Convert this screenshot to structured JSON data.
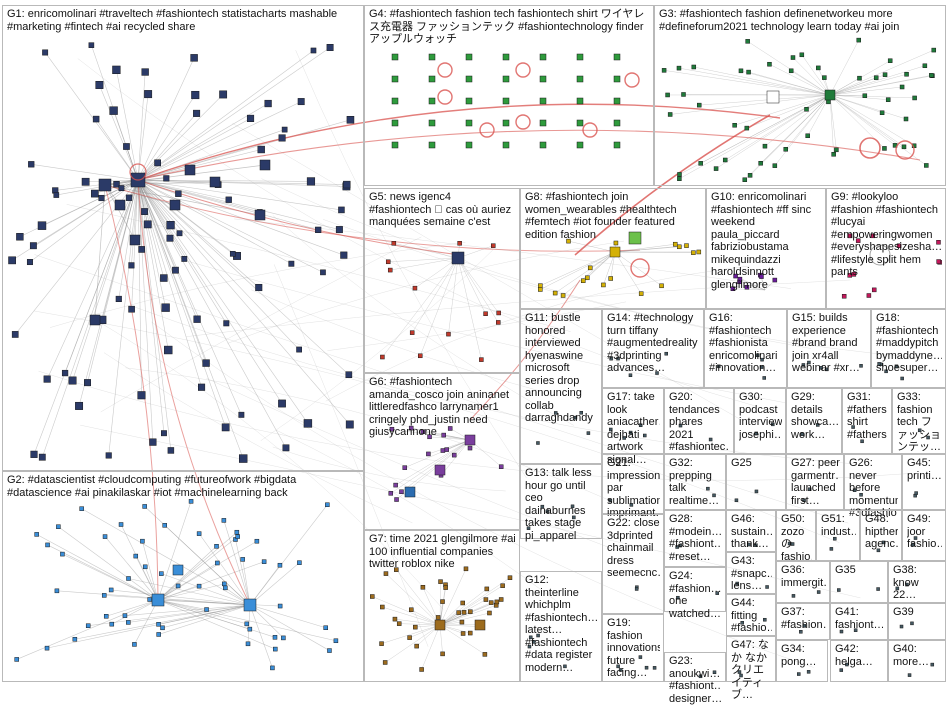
{
  "diagram": {
    "type": "network-graph-group-grid",
    "groups": [
      {
        "id": "G1",
        "label": "G1: enricomolinari #traveltech #fashiontech statistacharts mashable #marketing #fintech #ai recycled share"
      },
      {
        "id": "G2",
        "label": "G2: #datascientist #cloudcomputing #futureofwork #bigdata #datascience #ai pinakilaskar #iot #machinelearning back"
      },
      {
        "id": "G3",
        "label": "G3: #fashiontech fashion definenetworkeu more #defineforum2021 technology learn today #ai join"
      },
      {
        "id": "G4",
        "label": "G4: #fashiontech fashion tech fashiontech shirt ワイヤレス充電器 ファッションテック #fashiontechnology finder アップルウォッチ"
      },
      {
        "id": "G5",
        "label": "G5: news igenc4 #fashiontech ⃞ cas où auriez manquées semaine c'est"
      },
      {
        "id": "G6",
        "label": "G6: #fashiontech amanda_cosco join aninanet littleredfashco larrynamer1 cringely phd_justin need giusycannone"
      },
      {
        "id": "G7",
        "label": "G7: time 2021 glengilmore #ai 100 influential companies twitter roblox nike"
      },
      {
        "id": "G8",
        "label": "G8: #fashiontech join women_wearables #healthtech #femtech #iot founder featured edition fashion"
      },
      {
        "id": "G9",
        "label": "G9: #lookyloo #fashion #fashiontech #lucyai #empoweringwomen #everyshapesizesha… #lifestyle split hem pants"
      },
      {
        "id": "G10",
        "label": "G10: enricomolinari #fashiontech #ff sinc weekend paula_piccard fabriziobustama mikequindazzi haroldsinnott glengilmore"
      },
      {
        "id": "G11",
        "label": "G11: bustle honored interviewed hyenaswine microsoft series drop announcing collab darraghdandy"
      },
      {
        "id": "G12",
        "label": "G12: theinterline whichplm #fashiontech… latest… #fashiontech #data register modern…"
      },
      {
        "id": "G13",
        "label": "G13: talk less hour go until ceo dainaburnes takes stage pi_apparel"
      },
      {
        "id": "G14",
        "label": "G14: #technology turn tiffany #augmentedreality #3dprinting advances…"
      },
      {
        "id": "G15",
        "label": "G15: builds experience #brand brand join xr4all webinar #xr…"
      },
      {
        "id": "G16",
        "label": "G16: #fashiontech #fashionista enricomolinari #innovation…"
      },
      {
        "id": "G17",
        "label": "G17: take look aniacather… dejhati artwork signal…"
      },
      {
        "id": "G18",
        "label": "G18: #fashiontech #maddypitch bymaddyne… shoesuper…"
      },
      {
        "id": "G19",
        "label": "G19: fashion innovations future facing…"
      },
      {
        "id": "G20",
        "label": "G20: tendances phares 2021 #fashiontec…"
      },
      {
        "id": "G21",
        "label": "G21: impression par sublimation imprimant…"
      },
      {
        "id": "G22",
        "label": "G22: close 3dprinted chainmail dress seemecnc…"
      },
      {
        "id": "G23",
        "label": "G23: anoukwi… #fashiont… designer…"
      },
      {
        "id": "G24",
        "label": "G24: #fashion… one watched…"
      },
      {
        "id": "G25",
        "label": "G25"
      },
      {
        "id": "G26",
        "label": "G26: never before momentum #3dfashio…"
      },
      {
        "id": "G27",
        "label": "G27: peer garmentr… launched first…"
      },
      {
        "id": "G28",
        "label": "G28: #modein… #fashiont… #reset…"
      },
      {
        "id": "G29",
        "label": "G29: details showca… work…"
      },
      {
        "id": "G30",
        "label": "G30: podcast interview josephi…"
      },
      {
        "id": "G31",
        "label": "G31: #fathers… shirt #fathers…"
      },
      {
        "id": "G32",
        "label": "G32: prepping talk realtime…"
      },
      {
        "id": "G33",
        "label": "G33: fashion tech ファッションテッ…"
      },
      {
        "id": "G34",
        "label": "G34: pong…"
      },
      {
        "id": "G35",
        "label": "G35"
      },
      {
        "id": "G36",
        "label": "G36: immergit…"
      },
      {
        "id": "G37",
        "label": "G37: #fashion…"
      },
      {
        "id": "G38",
        "label": "G38: know 22…"
      },
      {
        "id": "G39",
        "label": "G39"
      },
      {
        "id": "G40",
        "label": "G40: more…"
      },
      {
        "id": "G41",
        "label": "G41: fashiont…"
      },
      {
        "id": "G42",
        "label": "G42: helga…"
      },
      {
        "id": "G43",
        "label": "G43: #snapc… lens…"
      },
      {
        "id": "G44",
        "label": "G44: fitting #fashio…"
      },
      {
        "id": "G45",
        "label": "G45: printi…"
      },
      {
        "id": "G46",
        "label": "G46: sustain… thank…"
      },
      {
        "id": "G47",
        "label": "G47: なか なかクリエイティブ…"
      },
      {
        "id": "G48",
        "label": "G48: hipther agenc…"
      },
      {
        "id": "G49",
        "label": "G49: joor fashio…"
      },
      {
        "id": "G50",
        "label": "G50: zozo の fashio…"
      },
      {
        "id": "G51",
        "label": "G51: indust…"
      }
    ],
    "colors": {
      "background": "#ffffff",
      "group_border": "#b9b9b9",
      "edge": "#8a8a8a",
      "edge_highlight": "#d9534f",
      "node_fill": "#2b3a67",
      "node_stroke": "#1a1a1a",
      "g2_node": "#3a8ed8",
      "g4_green": "#2e9b3c",
      "g3_green": "#1f7a3a"
    }
  }
}
